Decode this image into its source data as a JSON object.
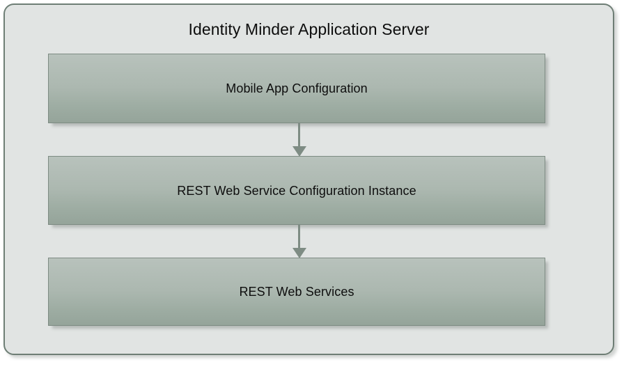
{
  "diagram": {
    "title": "Identity Minder Application Server",
    "type": "flowchart",
    "direction": "top-to-bottom",
    "colors": {
      "canvas_background": "#ffffff",
      "container_fill": "#e1e4e3",
      "container_border": "#6e7e75",
      "box_gradient_top": "#b8c2bc",
      "box_gradient_bottom": "#95a49a",
      "box_border": "#7d8b83",
      "arrow": "#7e8c84",
      "text": "#0d0d0d"
    },
    "nodes": [
      {
        "id": "mobile-app-configuration",
        "label": "Mobile App Configuration"
      },
      {
        "id": "rest-web-service-config",
        "label": "REST Web Service Configuration Instance"
      },
      {
        "id": "rest-web-services",
        "label": "REST Web Services"
      }
    ],
    "edges": [
      {
        "id": "arrow-1",
        "from": "mobile-app-configuration",
        "to": "rest-web-service-config",
        "style": "solid-arrow-down"
      },
      {
        "id": "arrow-2",
        "from": "rest-web-service-config",
        "to": "rest-web-services",
        "style": "solid-arrow-down"
      }
    ]
  }
}
